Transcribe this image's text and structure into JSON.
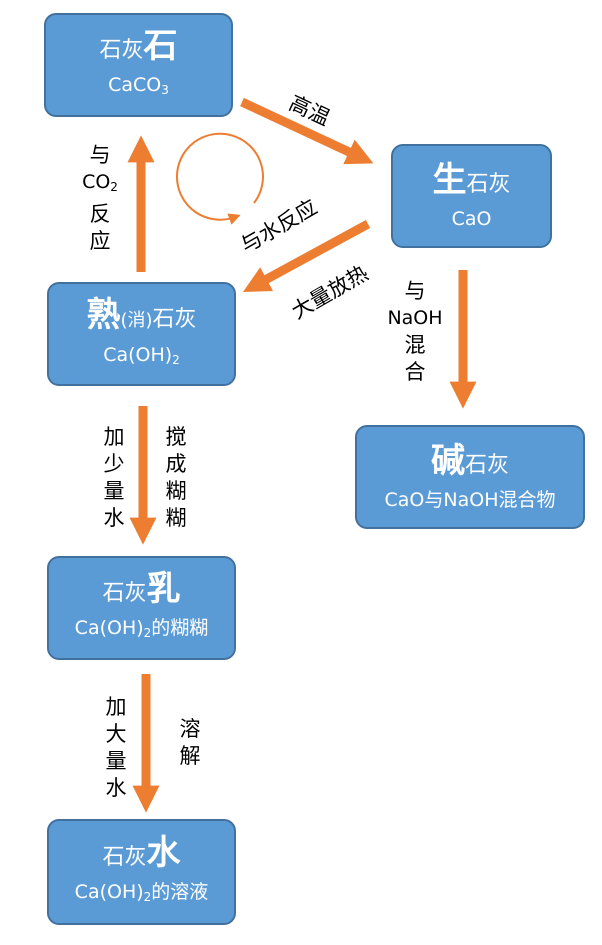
{
  "colors": {
    "node_fill": "#5b9bd5",
    "node_border": "#41719c",
    "arrow": "#ed7d31"
  },
  "nodes": {
    "limestone": {
      "pre": "石灰",
      "big": "石",
      "post": "",
      "formula": "CaCO",
      "formula_sub": "3",
      "formula_tail": ""
    },
    "quicklime": {
      "pre": "",
      "big": "生",
      "post": "石灰",
      "formula": "CaO"
    },
    "slaked_lime": {
      "pre": "",
      "big": "熟",
      "paren": "(消)",
      "post": "石灰",
      "formula": "Ca(OH)",
      "formula_sub": "2",
      "formula_tail": ""
    },
    "soda_lime": {
      "pre": "",
      "big": "碱",
      "post": "石灰",
      "formula": "CaO与NaOH混合物"
    },
    "lime_milk": {
      "pre": "石灰",
      "big": "乳",
      "post": "",
      "formula": "Ca(OH)",
      "formula_sub": "2",
      "formula_tail": "的糊糊"
    },
    "limewater": {
      "pre": "石灰",
      "big": "水",
      "post": "",
      "formula": "Ca(OH)",
      "formula_sub": "2",
      "formula_tail": "的溶液"
    }
  },
  "edge_labels": {
    "high_temp": "高温",
    "with_co2_prefix": "与",
    "with_co2_formula": "CO",
    "with_co2_sub": "2",
    "with_co2_suffix": "反应",
    "react_water": "与水反应",
    "release_heat": "大量放热",
    "mix_naoh_prefix": "与",
    "mix_naoh_formula": "NaOH",
    "mix_naoh_suffix": "混合",
    "little_water": "加少量水",
    "stir_paste": "搅成糊糊",
    "much_water": "加大量水",
    "dissolve": "溶解"
  }
}
